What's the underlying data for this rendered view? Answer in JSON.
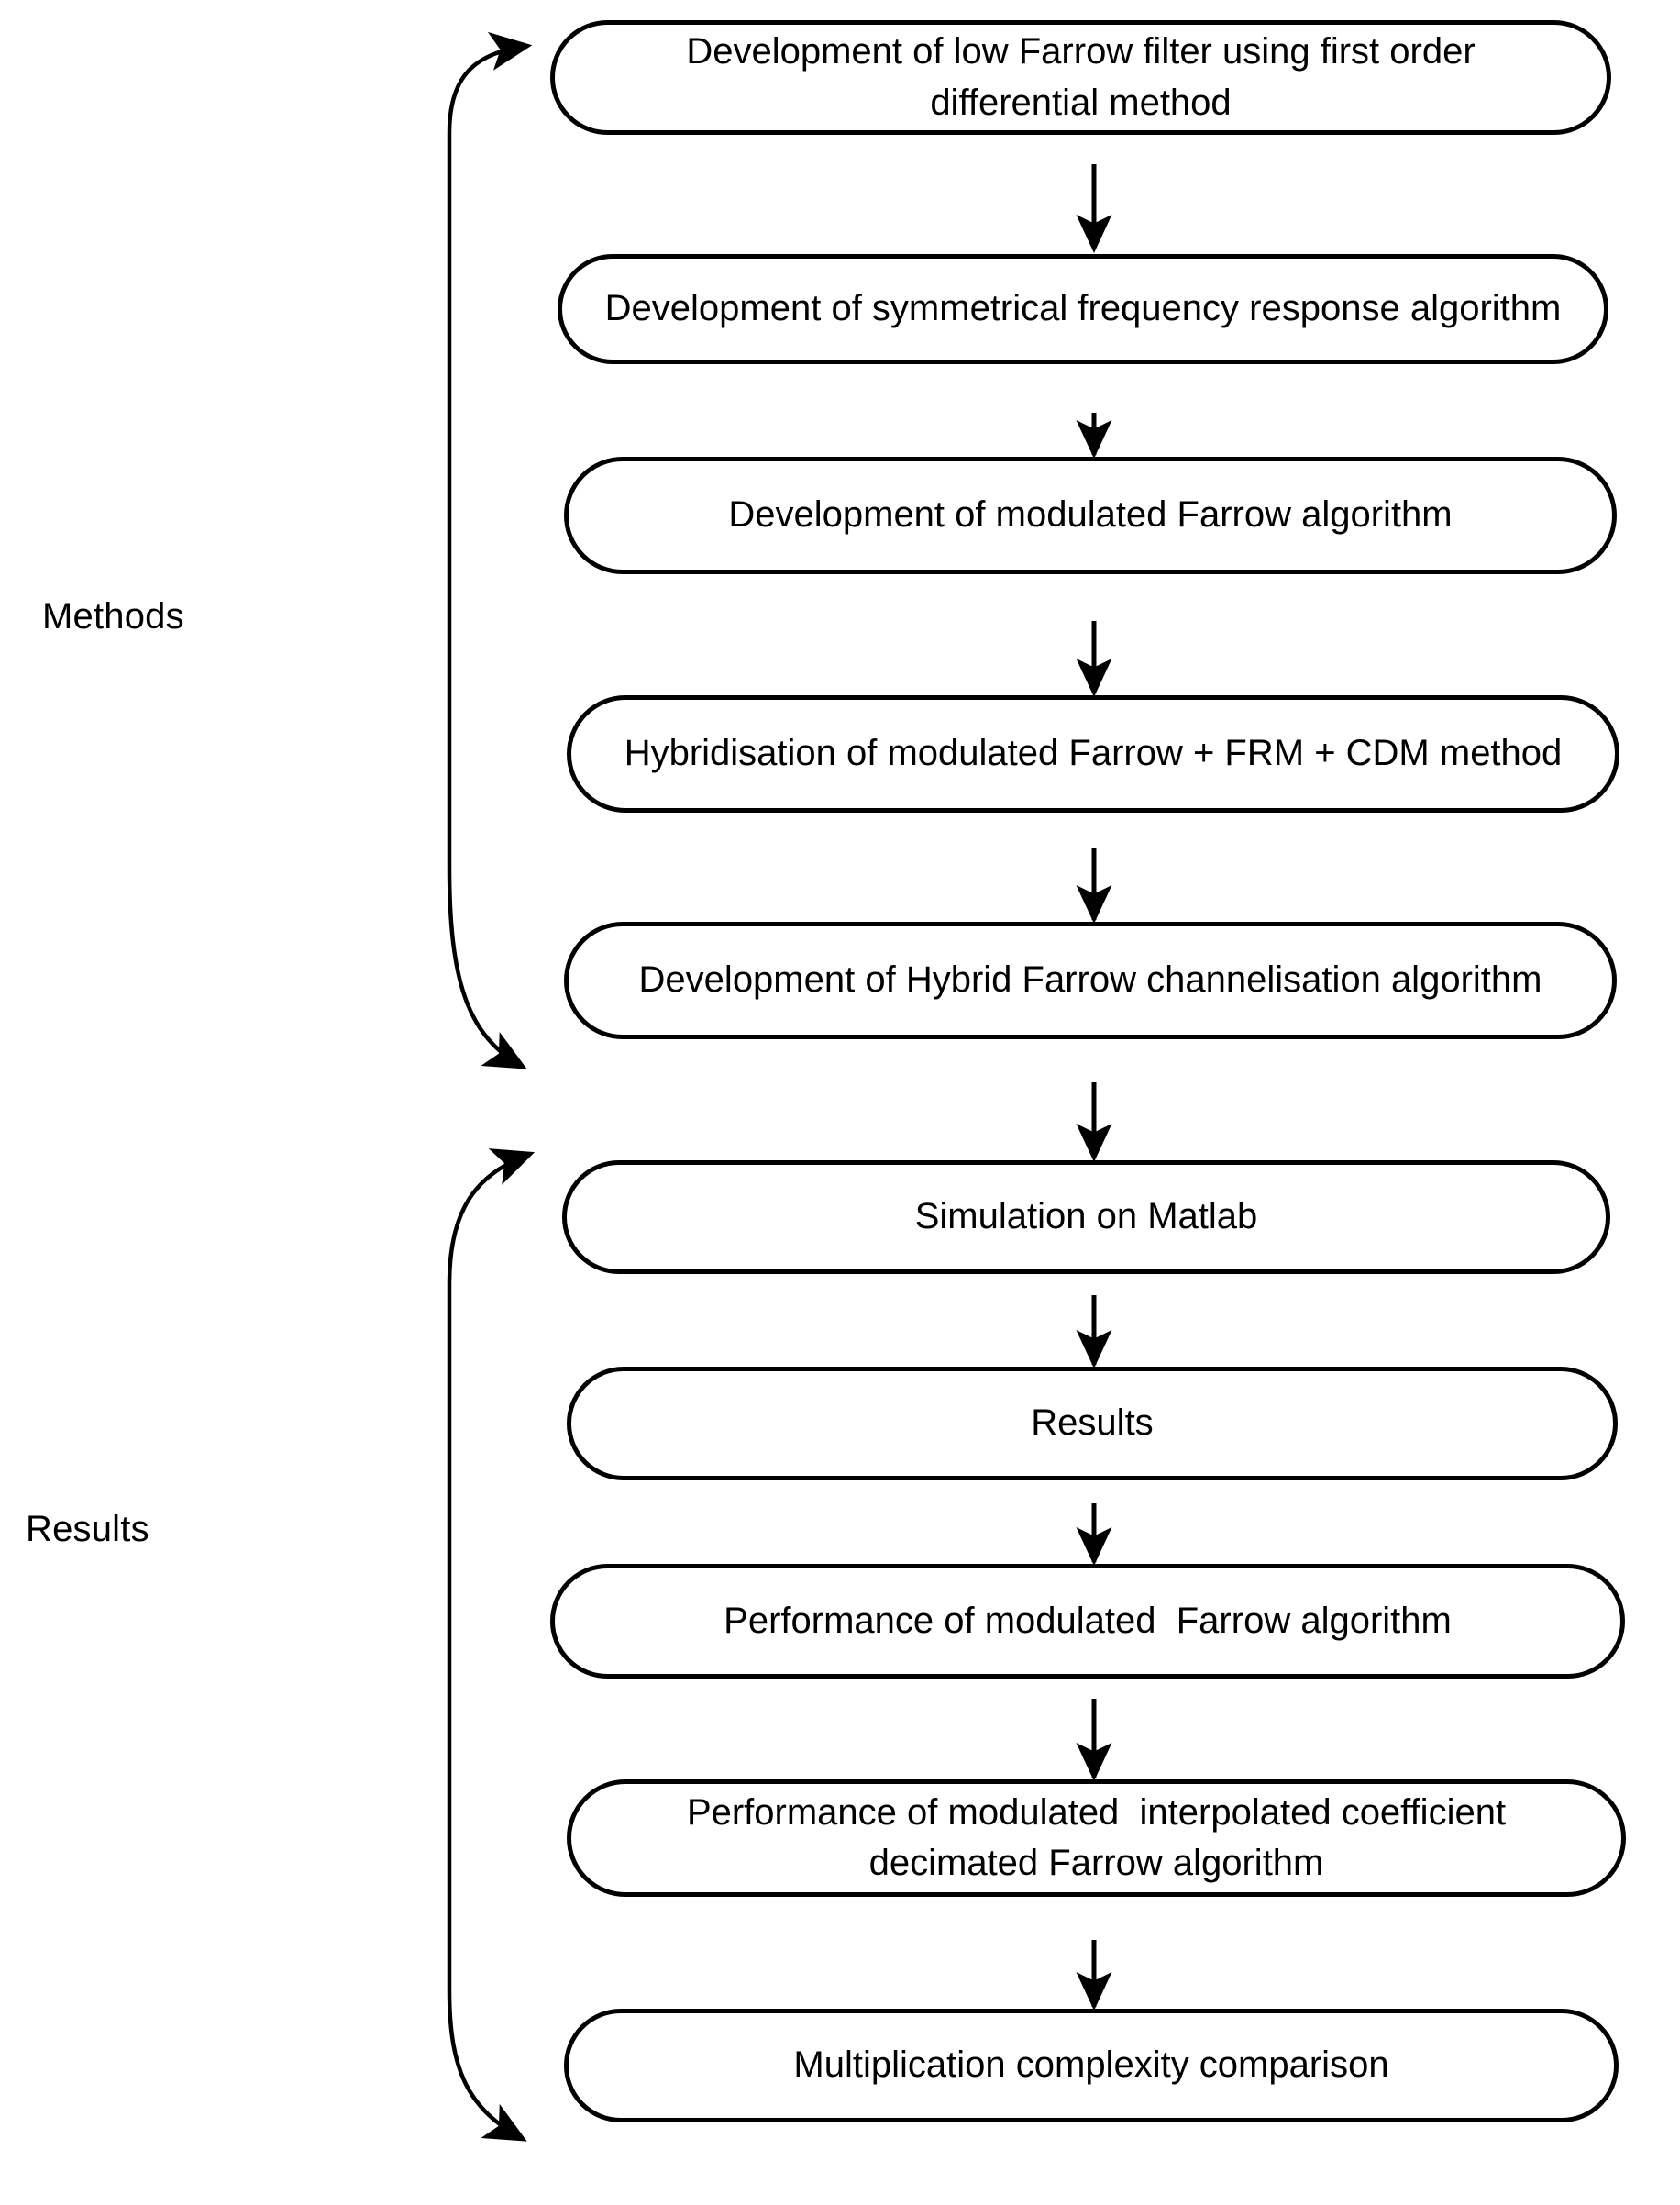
{
  "diagram": {
    "title": "Research methodology flowchart",
    "background_color": "#ffffff",
    "stroke_color": "#000000",
    "text_color": "#000000"
  },
  "sections": [
    {
      "id": "methods",
      "label": "Methods"
    },
    {
      "id": "results",
      "label": "Results"
    }
  ],
  "nodes": [
    {
      "id": "n1",
      "label": "Development of low Farrow filter using first order differential method"
    },
    {
      "id": "n2",
      "label": "Development of symmetrical frequency response algorithm"
    },
    {
      "id": "n3",
      "label": "Development of modulated Farrow algorithm"
    },
    {
      "id": "n4",
      "label": "Hybridisation of modulated Farrow + FRM + CDM method"
    },
    {
      "id": "n5",
      "label": "Development of Hybrid Farrow channelisation algorithm"
    },
    {
      "id": "n6",
      "label": "Simulation on Matlab"
    },
    {
      "id": "n7",
      "label": "Results"
    },
    {
      "id": "n8",
      "label": "Performance of modulated  Farrow algorithm"
    },
    {
      "id": "n9",
      "label": "Performance of modulated  interpolated coefficient decimated Farrow algorithm"
    },
    {
      "id": "n10",
      "label": "Multiplication complexity comparison"
    }
  ],
  "edges": [
    {
      "from": "n1",
      "to": "n2",
      "type": "arrow-down"
    },
    {
      "from": "n2",
      "to": "n3",
      "type": "arrow-down"
    },
    {
      "from": "n3",
      "to": "n4",
      "type": "arrow-down"
    },
    {
      "from": "n4",
      "to": "n5",
      "type": "arrow-down"
    },
    {
      "from": "n5",
      "to": "n6",
      "type": "arrow-down"
    },
    {
      "from": "n6",
      "to": "n7",
      "type": "arrow-down"
    },
    {
      "from": "n7",
      "to": "n8",
      "type": "arrow-down"
    },
    {
      "from": "n8",
      "to": "n9",
      "type": "arrow-down"
    },
    {
      "from": "n9",
      "to": "n10",
      "type": "arrow-down"
    }
  ],
  "brackets": [
    {
      "id": "methods-bracket",
      "label": "Methods",
      "spans": [
        "n1",
        "n5"
      ]
    },
    {
      "id": "results-bracket",
      "label": "Results",
      "spans": [
        "n6",
        "n10"
      ]
    }
  ]
}
